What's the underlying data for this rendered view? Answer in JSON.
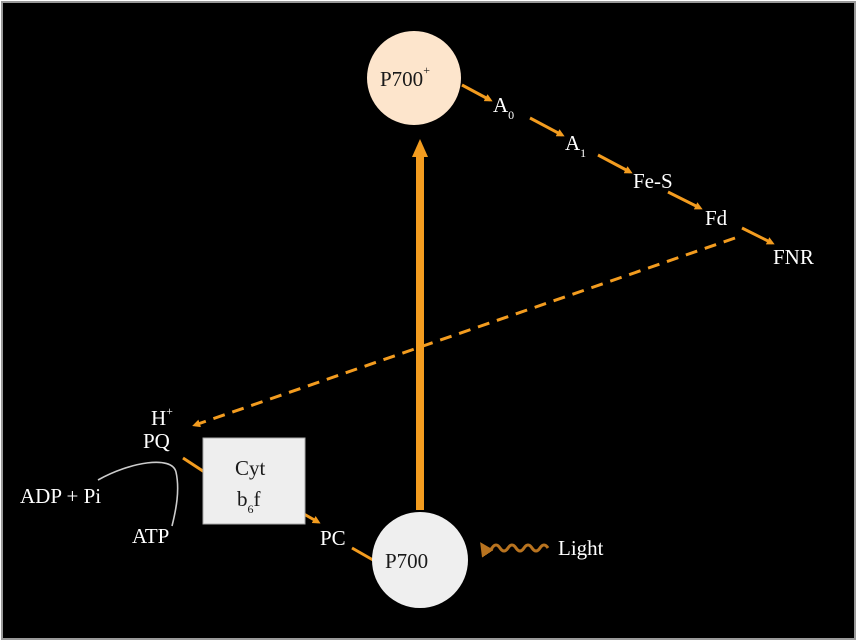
{
  "colors": {
    "background": "#000000",
    "arrow": "#f39c1f",
    "light_wave": "#b8731f",
    "p700_oxidized_fill": "#fde5cc",
    "p700_fill": "#efefef",
    "cyt_box_fill": "#eeeeee",
    "text": "#ffffff",
    "text_dark": "#1a1a1a",
    "atp_curve": "#cccccc"
  },
  "nodes": {
    "p700_plus": {
      "base": "P700",
      "sup": "+"
    },
    "a0": {
      "base": "A",
      "sub": "0"
    },
    "a1": {
      "base": "A",
      "sub": "1"
    },
    "fes": {
      "label": "Fe-S"
    },
    "fd": {
      "label": "Fd"
    },
    "fnr": {
      "label": "FNR"
    },
    "h_plus": {
      "base": "H",
      "sup": "+"
    },
    "pq": {
      "label": "PQ"
    },
    "cyt": {
      "line1": "Cyt",
      "line2_base": "b",
      "line2_sub": "6",
      "line2_end": "f"
    },
    "pc": {
      "label": "PC"
    },
    "p700": {
      "label": "P700"
    },
    "light": {
      "label": "Light"
    },
    "adp": {
      "label": "ADP + Pi"
    },
    "atp": {
      "label": "ATP"
    }
  }
}
